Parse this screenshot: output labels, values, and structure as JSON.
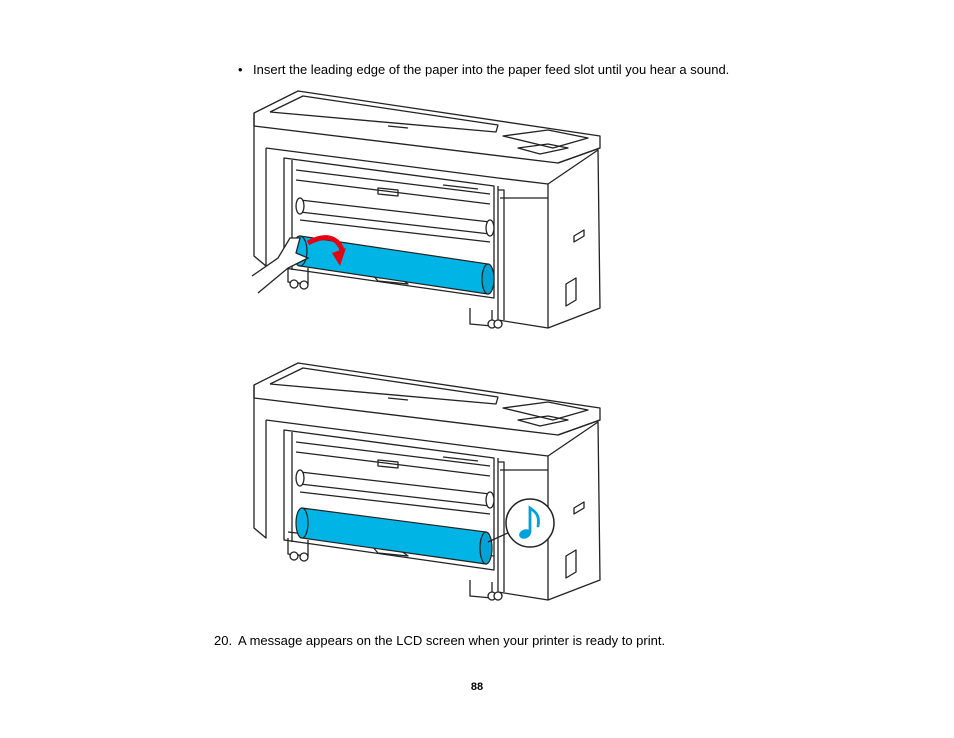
{
  "bullet": {
    "mark": "•",
    "text": "Insert the leading edge of the paper into the paper feed slot until you hear a sound."
  },
  "step": {
    "number": "20.",
    "text": "A message appears on the LCD screen when your printer is ready to print."
  },
  "page_number": "88",
  "figures": [
    {
      "icon": "arrow-down-icon"
    },
    {
      "icon": "music-note-icon"
    }
  ],
  "colors": {
    "paper_roll": "#00b4e6",
    "arrow": "#e60012",
    "note": "#00a0dc",
    "line": "#222222"
  }
}
